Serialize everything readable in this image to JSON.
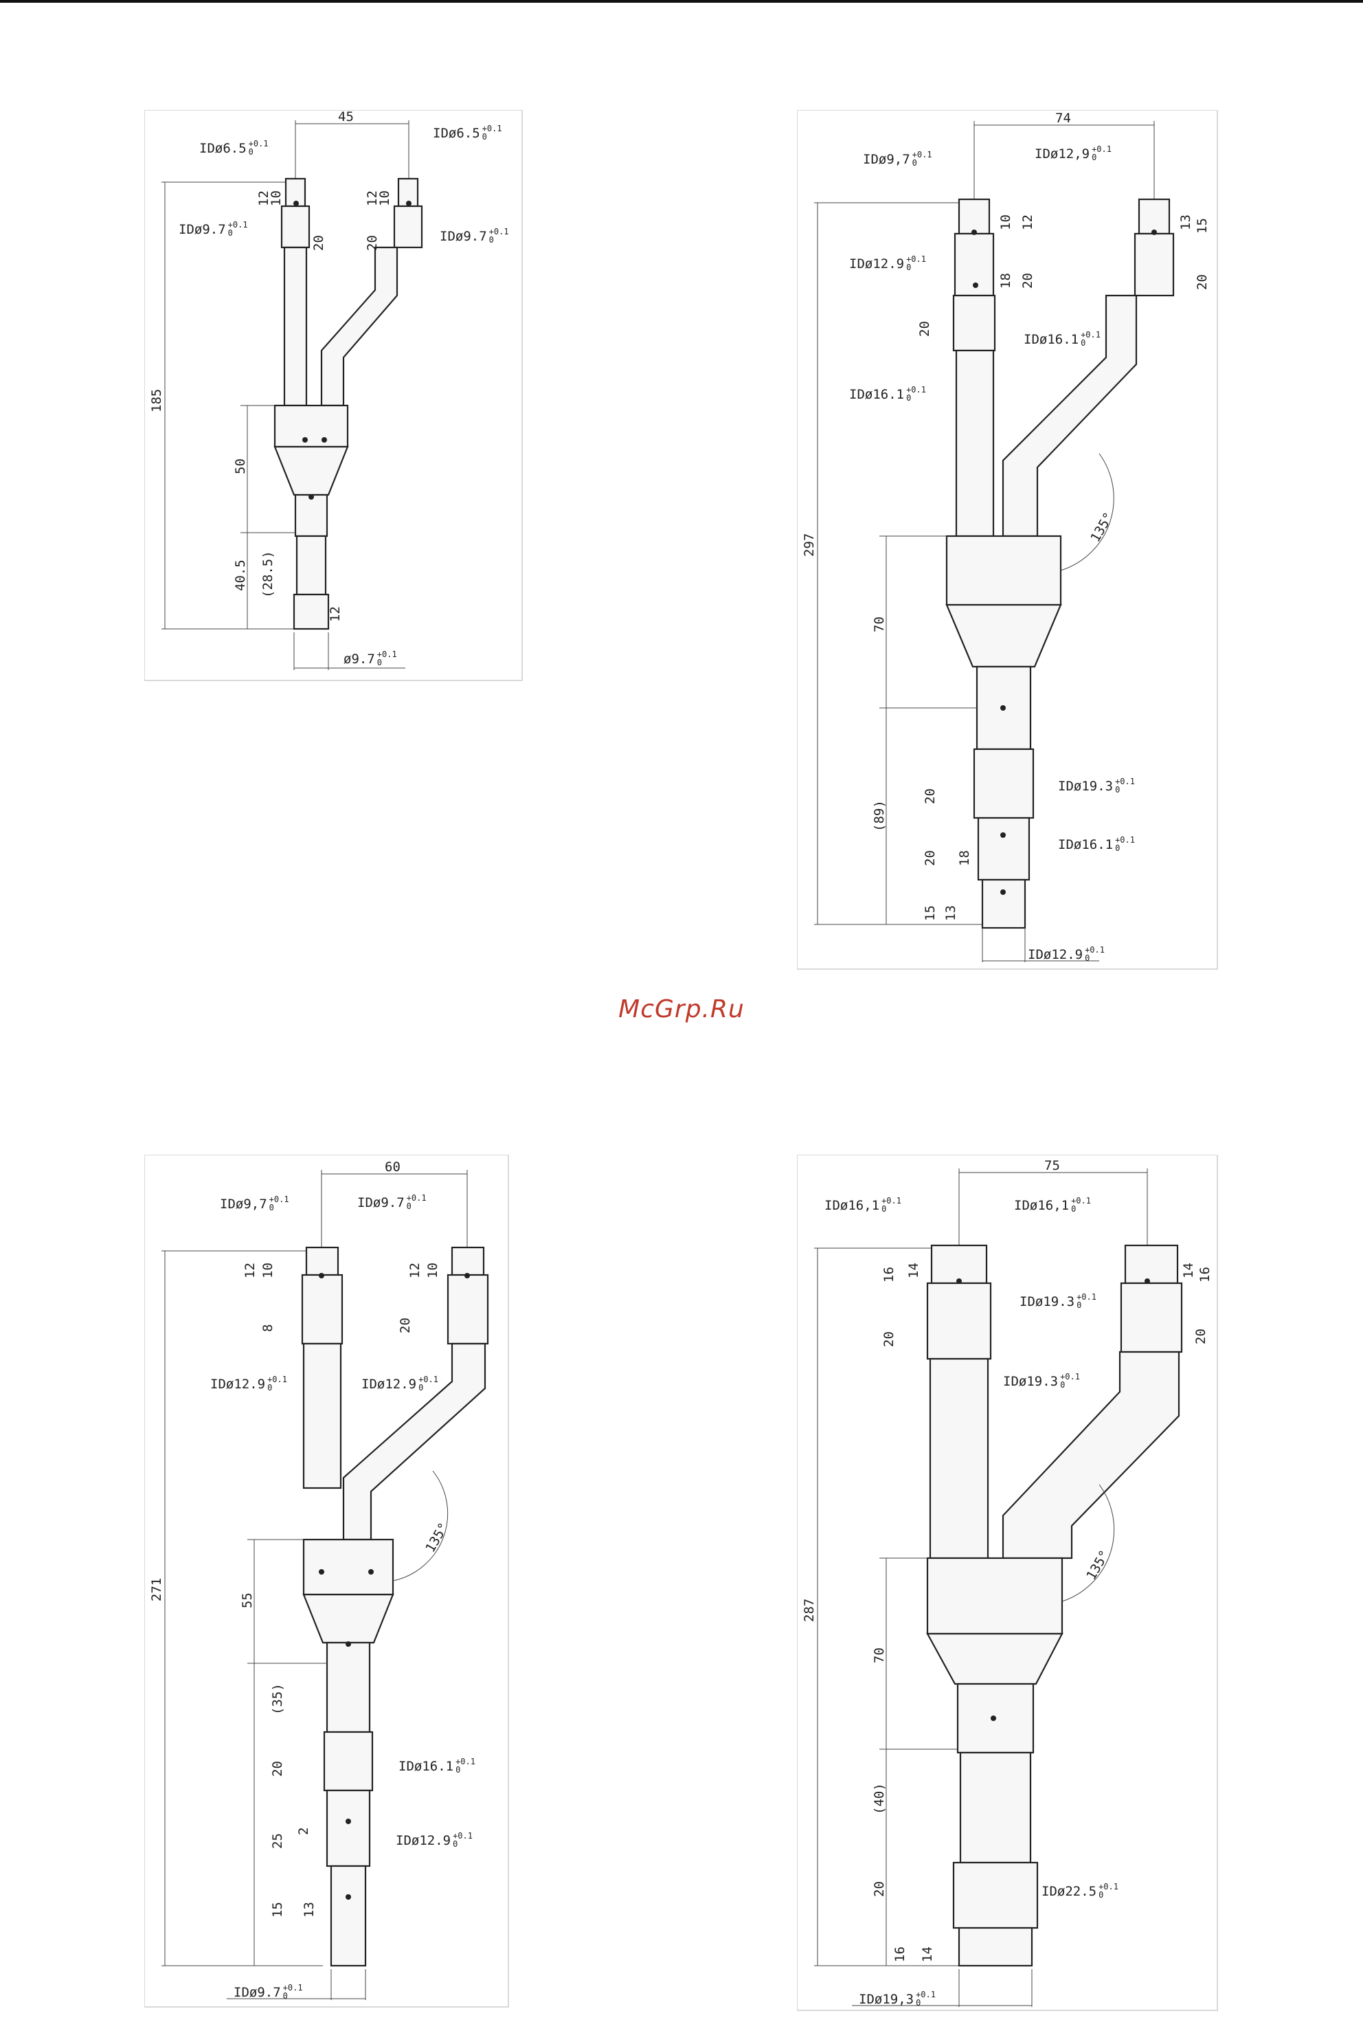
{
  "watermark": {
    "text": "McGrp.Ru",
    "color": "#c0392b"
  },
  "drawings": [
    {
      "id": "joint-a",
      "spacing": "45",
      "total": "185",
      "id_top_left": "IDø6.5",
      "id_top_right": "IDø6.5",
      "id_mid_left": "IDø9.7",
      "id_mid_right": "IDø9.7",
      "id_bottom": "ø9.7",
      "tol": "+0.1 / 0",
      "dims": {
        "d12a": "12",
        "d10a": "10",
        "d12b": "12",
        "d10b": "10",
        "d20a": "20",
        "d20b": "20",
        "d50": "50",
        "d405": "40.5",
        "d285": "(28.5)",
        "d12c": "12"
      }
    },
    {
      "id": "joint-b",
      "spacing": "74",
      "total": "297",
      "id_top_left": "IDø9,7",
      "id_top_right": "IDø12,9",
      "id_mid_left": "IDø12.9",
      "id_left_2": "IDø16.1",
      "id_right_2": "IDø16.1",
      "id_low_1": "IDø19.3",
      "id_low_2": "IDø16.1",
      "id_bottom": "IDø12.9",
      "angle": "135°",
      "tol": "+0.1 / 0",
      "dims": {
        "d10": "10",
        "d12": "12",
        "d18": "18",
        "d20a": "20",
        "d20b": "20",
        "d13": "13",
        "d15": "15",
        "d20c": "20",
        "d70": "70",
        "d89": "(89)",
        "d20d": "20",
        "d20e": "20",
        "d18b": "18",
        "d15b": "15",
        "d13b": "13"
      }
    },
    {
      "id": "joint-c",
      "spacing": "60",
      "total": "271",
      "id_top_left": "IDø9,7",
      "id_top_right": "IDø9.7",
      "id_mid_left": "IDø12.9",
      "id_mid_right": "IDø12.9",
      "id_low_1": "IDø16.1",
      "id_low_2": "IDø12.9",
      "id_bottom": "IDø9.7",
      "angle": "135°",
      "tol": "+0.1 / 0",
      "dims": {
        "d12": "12",
        "d10": "10",
        "d8": "8",
        "d12b": "12",
        "d10b": "10",
        "d20": "20",
        "d55": "55",
        "d35": "(35)",
        "d20b": "20",
        "d25": "25",
        "d2": "2",
        "d15": "15",
        "d13": "13"
      }
    },
    {
      "id": "joint-d",
      "spacing": "75",
      "total": "287",
      "id_top_left": "IDø16,1",
      "id_top_right": "IDø16,1",
      "id_mid_right": "IDø19.3",
      "id_mid_left": "IDø19.3",
      "id_low": "IDø22.5",
      "id_bottom": "IDø19,3",
      "angle": "135°",
      "tol": "+0.1 / 0",
      "dims": {
        "d16": "16",
        "d14": "14",
        "d20": "20",
        "d14b": "14",
        "d16b": "16",
        "d20b": "20",
        "d70": "70",
        "d40": "(40)",
        "d20c": "20",
        "d16c": "16",
        "d14c": "14"
      }
    }
  ]
}
